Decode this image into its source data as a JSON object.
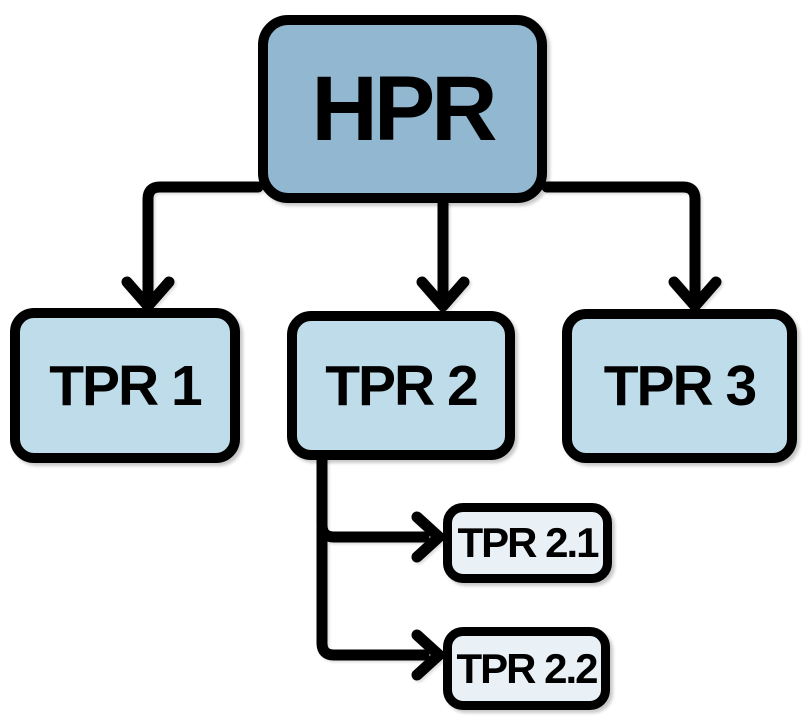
{
  "diagram": {
    "kind": "hierarchy-flowchart",
    "nodes": [
      {
        "id": "hpr",
        "label": "HPR",
        "level": "root"
      },
      {
        "id": "tpr-1",
        "label": "TPR 1",
        "level": "child"
      },
      {
        "id": "tpr-2",
        "label": "TPR 2",
        "level": "child"
      },
      {
        "id": "tpr-3",
        "label": "TPR 3",
        "level": "child"
      },
      {
        "id": "tpr-2-1",
        "label": "TPR 2.1",
        "level": "grandchild"
      },
      {
        "id": "tpr-2-2",
        "label": "TPR 2.2",
        "level": "grandchild"
      }
    ],
    "edges": [
      {
        "from": "HPR",
        "to": "TPR 1"
      },
      {
        "from": "HPR",
        "to": "TPR 2"
      },
      {
        "from": "HPR",
        "to": "TPR 3"
      },
      {
        "from": "TPR 2",
        "to": "TPR 2.1"
      },
      {
        "from": "TPR 2",
        "to": "TPR 2.2"
      }
    ],
    "colors": {
      "root_fill": "#92b8d1",
      "child_fill": "#bedce9",
      "grandchild_fill": "#e9f1f7",
      "stroke": "#000000",
      "background": "#ffffff"
    }
  }
}
